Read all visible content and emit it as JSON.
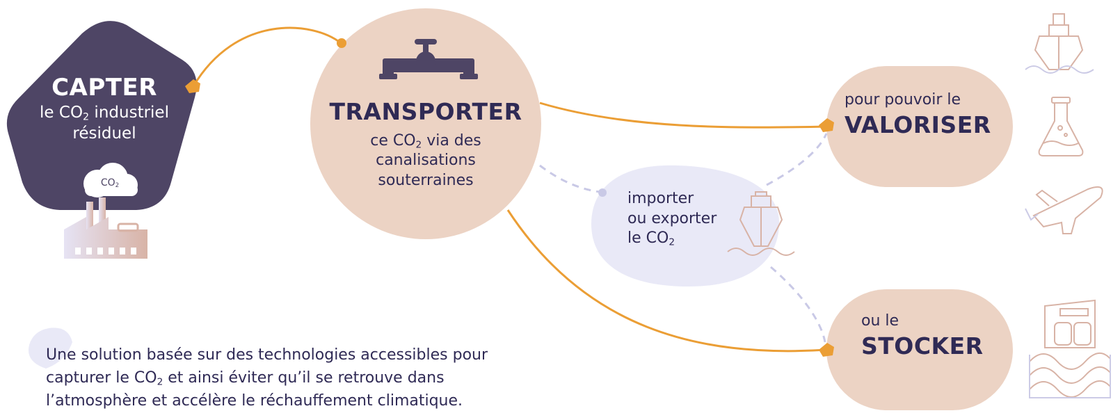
{
  "capter": {
    "title": "CAPTER",
    "line1_pre": "le CO",
    "sub": "2",
    "line1_post": " industriel",
    "line2": "résiduel",
    "cloud_label": "CO",
    "cloud_sub": "2"
  },
  "transporter": {
    "title": "TRANSPORTER",
    "line1_pre": "ce CO",
    "sub": "2",
    "line1_post": " via des",
    "line2": "canalisations",
    "line3": "souterraines"
  },
  "importer": {
    "line1": "importer",
    "line2": "ou exporter",
    "line3_pre": "le CO",
    "sub": "2"
  },
  "valoriser": {
    "pre": "pour pouvoir le",
    "title": "VALORISER"
  },
  "stocker": {
    "pre": "ou le",
    "title": "STOCKER"
  },
  "note": {
    "line1": "Une solution basée sur des technologies accessibles pour",
    "line2_pre": "capturer le CO",
    "sub": "2",
    "line2_post": " et ainsi éviter qu’il se retrouve dans",
    "line3": "l’atmosphère et accélère le réchauffement climatique."
  },
  "colors": {
    "dark": "#4e4565",
    "peach": "#ecd3c4",
    "lavender": "#e9e9f7",
    "orange": "#eb9e35",
    "navy": "#2f2a55",
    "icon_stroke": "#d7b8a8"
  }
}
